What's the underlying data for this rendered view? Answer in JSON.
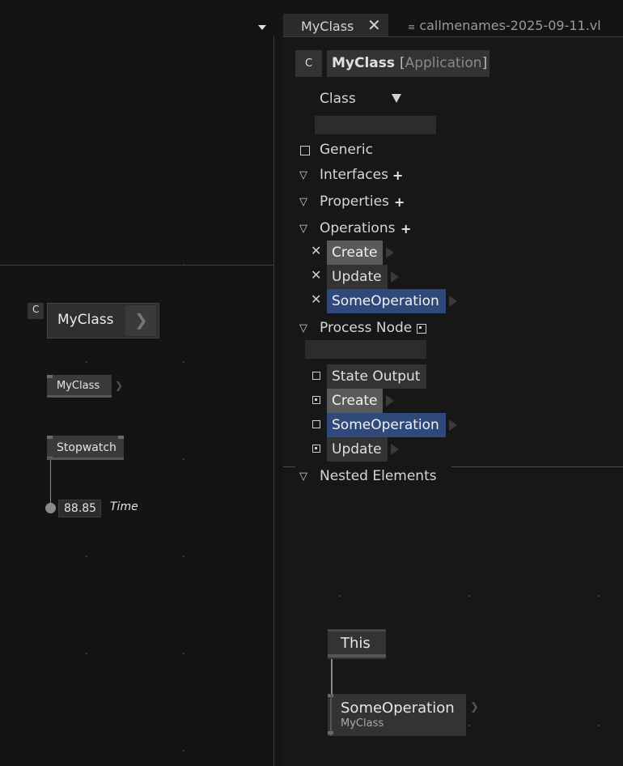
{
  "tabs": {
    "active_label": "MyClass",
    "close_glyph": "✕",
    "second_label": "callmenames-2025-09-11.vl",
    "second_icon": "≡"
  },
  "inspector": {
    "type_letter": "C",
    "name": "MyClass",
    "category_open": "[",
    "category": "Application",
    "category_close": "]",
    "kind_value": "Class",
    "generic_label": "Generic",
    "interfaces_label": "Interfaces",
    "properties_label": "Properties",
    "operations_label": "Operations",
    "operations": [
      "Create",
      "Update",
      "SomeOperation"
    ],
    "process_node_label": "Process Node",
    "process_items": [
      "State Output",
      "Create",
      "SomeOperation",
      "Update"
    ],
    "nested_label": "Nested Elements",
    "plus": "+",
    "tri": "▽"
  },
  "patch_right": {
    "this_label": "This",
    "op_name": "SomeOperation",
    "op_owner": "MyClass"
  },
  "patch_left": {
    "class_letter": "C",
    "class_name": "MyClass",
    "node_myclass": "MyClass",
    "node_stopwatch": "Stopwatch",
    "time_value": "88.85",
    "time_label": "Time"
  },
  "colors": {
    "background": "#141414",
    "node": "#333333",
    "highlight_blue": "#2f4a7a",
    "highlight_grey": "#5a5a5a"
  }
}
